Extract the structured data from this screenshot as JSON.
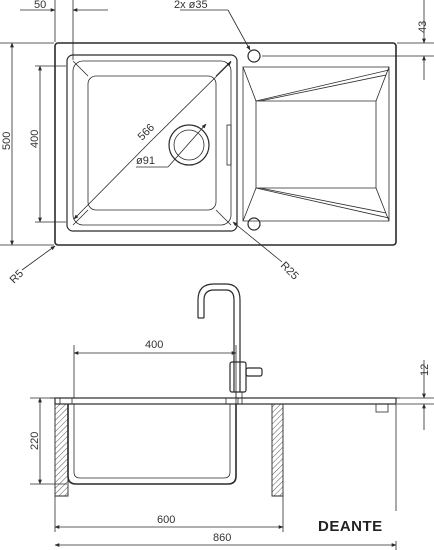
{
  "top_view": {
    "dims": {
      "overall_depth": "500",
      "basin_depth": "400",
      "left_offset": "50",
      "top_offset": "43",
      "holes": "2x ø35",
      "diagonal": "566",
      "drain": "ø91",
      "outer_radius": "R5",
      "inner_radius": "R25"
    }
  },
  "side_view": {
    "dims": {
      "basin_width": "400",
      "rim_height": "12",
      "bowl_depth": "220",
      "cabinet_width": "600",
      "overall_width": "860"
    }
  },
  "brand": {
    "logo_text": "DEANTE"
  },
  "colors": {
    "line": "#2a2a2a",
    "text": "#333333",
    "background": "#ffffff"
  }
}
